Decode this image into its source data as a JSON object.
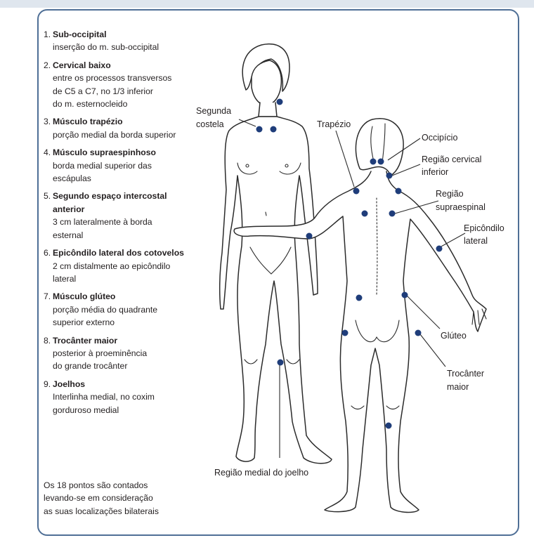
{
  "points": [
    {
      "number": "1.",
      "title": "Sub-occipital",
      "description": [
        "inserção do m. sub-occipital"
      ]
    },
    {
      "number": "2.",
      "title": "Cervical baixo",
      "description": [
        "entre os processos transversos",
        "de C5 a C7, no 1/3 inferior",
        "do m. esternocleido"
      ]
    },
    {
      "number": "3.",
      "title": "Músculo trapézio",
      "description": [
        "porção medial da borda superior"
      ]
    },
    {
      "number": "4.",
      "title": "Músculo supraespinhoso",
      "description": [
        "borda medial superior das",
        "escápulas"
      ]
    },
    {
      "number": "5.",
      "title": "Segundo espaço intercostal",
      "title2": "anterior",
      "description": [
        "3 cm lateralmente à borda",
        "esternal"
      ]
    },
    {
      "number": "6.",
      "title": "Epicôndilo lateral dos cotovelos",
      "description": [
        "2 cm distalmente ao epicôndilo",
        "lateral"
      ]
    },
    {
      "number": "7.",
      "title": "Músculo glúteo",
      "description": [
        "porção média do quadrante",
        "superior externo"
      ]
    },
    {
      "number": "8.",
      "title": "Trocânter maior",
      "description": [
        "posterior à proeminência",
        "do grande trocânter"
      ]
    },
    {
      "number": "9.",
      "title": "Joelhos",
      "description": [
        "Interlinha medial, no coxim",
        "gorduroso medial"
      ]
    }
  ],
  "note": [
    "Os 18 pontos são contados",
    "levando-se em consideração",
    "as suas localizações bilaterais"
  ],
  "labels": {
    "segunda_costela": [
      "Segunda",
      "costela"
    ],
    "trapezio": "Trapézio",
    "occipicio": "Occipício",
    "regiao_cervical": [
      "Região cervical",
      "inferior"
    ],
    "regiao_supraespinal": [
      "Região",
      "supraespinal"
    ],
    "epicondilo_lateral": [
      "Epicôndilo",
      "lateral"
    ],
    "gluteo": "Glúteo",
    "trocanter_maior": [
      "Trocânter",
      "maior"
    ],
    "regiao_medial_joelho": "Região medial do joelho"
  },
  "colors": {
    "tender_point": "#1f3d7a",
    "frame": "#4f6f96",
    "top_band": "#dfe6ee"
  }
}
